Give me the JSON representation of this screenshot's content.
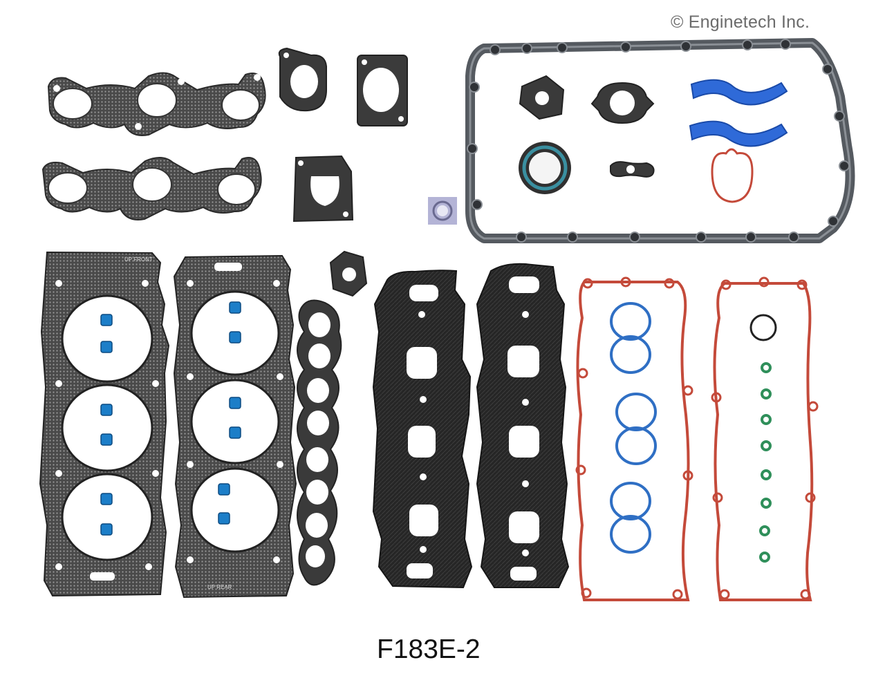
{
  "copyright": "© Enginetech Inc.",
  "part_number": "F183E-2",
  "printed_labels": {
    "head_gasket_left": "UP FRONT",
    "head_gasket_right": "UP REAR"
  },
  "colors": {
    "fiber_gasket": "#3a3a3a",
    "graphite_gasket": "#2b2b2b",
    "valve_cover_gasket": "#c44a3a",
    "o_ring_blue": "#2f6fc4",
    "o_ring_green": "#2f8f5a",
    "timing_guide_blue": "#2f6ad8",
    "seal_teal": "#3a8fa0",
    "oil_pan_gasket": "#555a60"
  }
}
